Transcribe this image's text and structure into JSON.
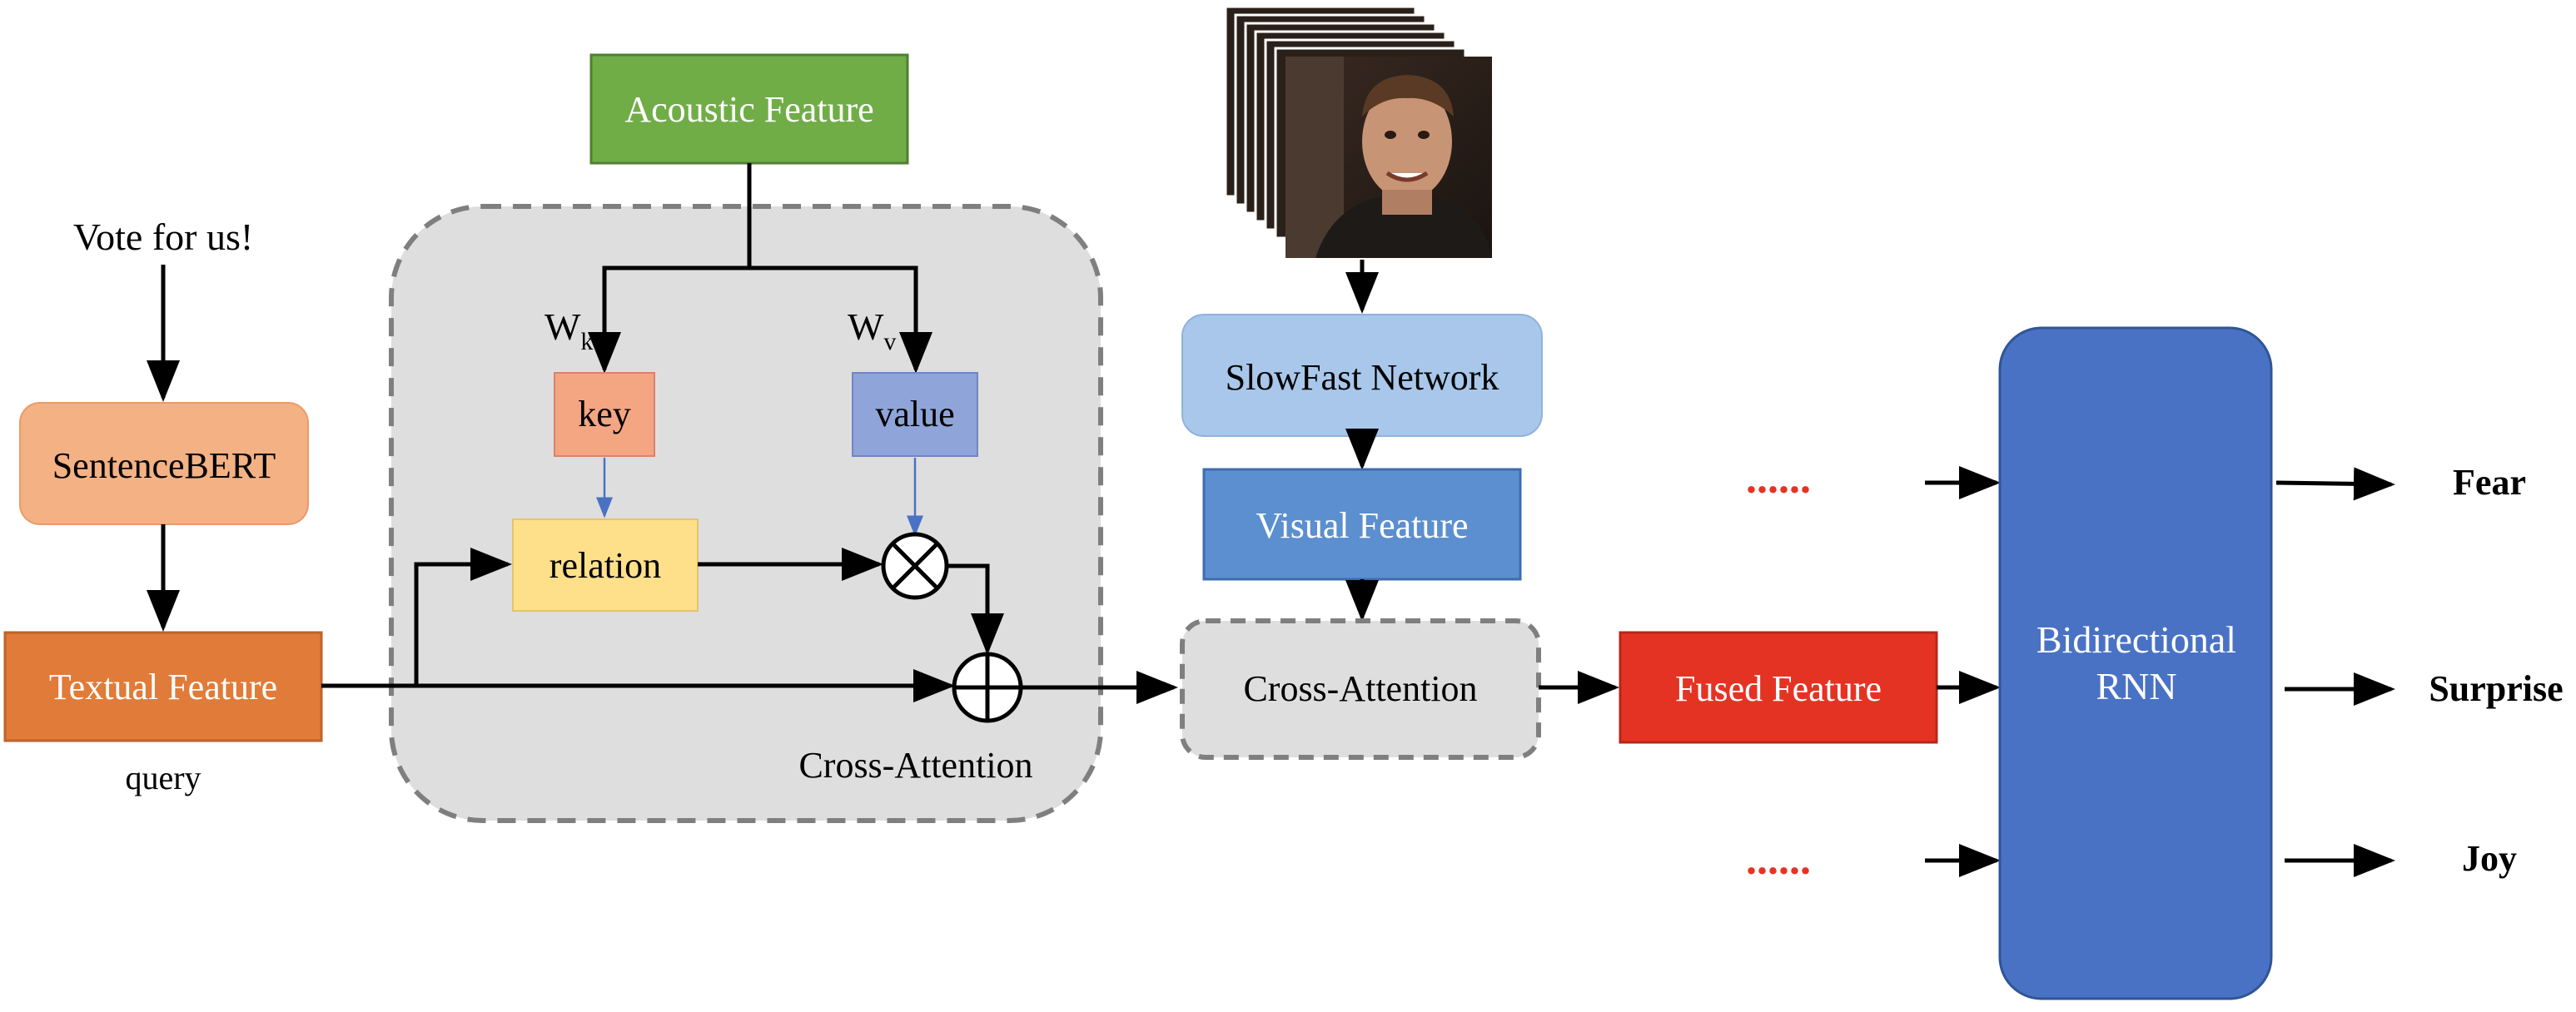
{
  "text": {
    "input_sentence": "Vote for us!",
    "sentence_bert": "SentenceBERT",
    "textual_feature": "Textual Feature",
    "query": "query",
    "acoustic_feature": "Acoustic Feature",
    "wk_main": "W",
    "wk_sub": "k",
    "wv_main": "W",
    "wv_sub": "v",
    "key": "key",
    "value": "value",
    "relation": "relation",
    "cross_attention_1": "Cross-Attention",
    "slowfast": "SlowFast Network",
    "visual_feature": "Visual Feature",
    "cross_attention_2": "Cross-Attention",
    "fused_feature": "Fused Feature",
    "birnn_line1": "Bidirectional",
    "birnn_line2": "RNN",
    "ellipsis_top": "......",
    "ellipsis_bottom": "......",
    "out_fear": "Fear",
    "out_surprise": "Surprise",
    "out_joy": "Joy"
  },
  "colors": {
    "sentence_bert_fill": "#F4B183",
    "textual_fill": "#E07B39",
    "acoustic_fill": "#70AD47",
    "key_fill": "#F4A582",
    "value_fill": "#8FA4D9",
    "relation_fill": "#FFE08A",
    "slowfast_fill": "#A9C7EA",
    "visual_fill": "#5B8FD0",
    "fused_fill": "#E53323",
    "birnn_fill": "#4A72C4",
    "cross_attn_fill": "#DEDEDE",
    "ellipsis": "#E53323"
  },
  "icons": {
    "video_frames": "face-video-frames-image",
    "multiply": "circled-times-icon",
    "add": "circled-plus-icon"
  }
}
